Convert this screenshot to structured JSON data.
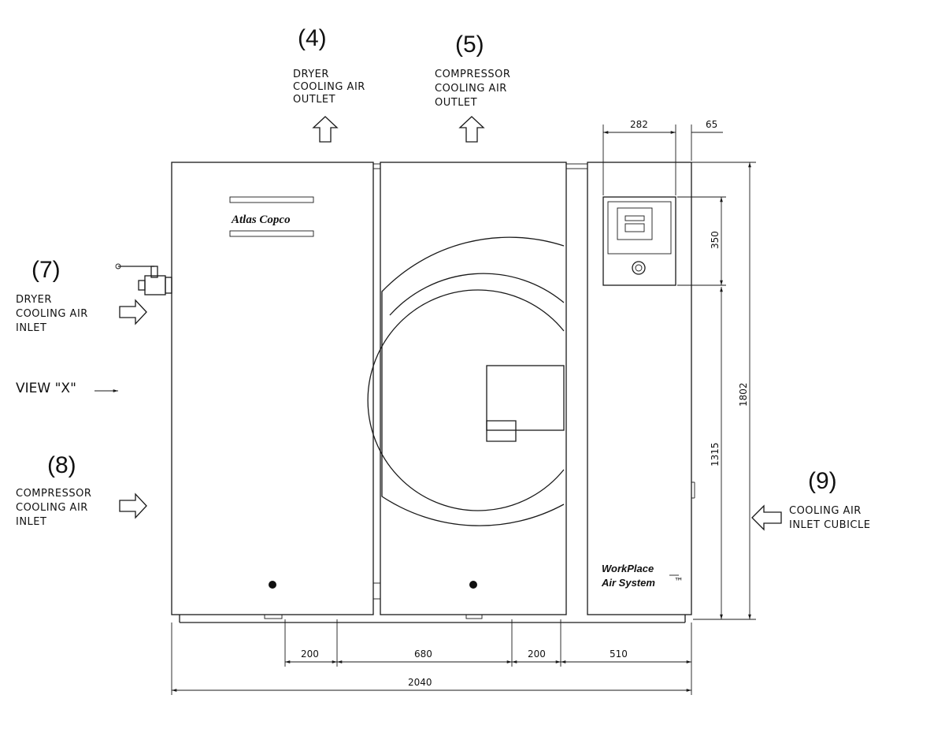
{
  "callouts": {
    "c4": {
      "number": "(4)",
      "lines": [
        "DRYER",
        "COOLING AIR",
        "OUTLET"
      ]
    },
    "c5": {
      "number": "(5)",
      "lines": [
        "COMPRESSOR",
        "COOLING AIR",
        "OUTLET"
      ]
    },
    "c7": {
      "number": "(7)",
      "lines": [
        "DRYER",
        "COOLING AIR",
        "INLET"
      ]
    },
    "c8": {
      "number": "(8)",
      "lines": [
        "COMPRESSOR",
        "COOLING AIR",
        "INLET"
      ]
    },
    "c9": {
      "number": "(9)",
      "lines": [
        "COOLING AIR",
        "INLET CUBICLE"
      ]
    }
  },
  "view_label": "VIEW \"X\"",
  "brand": "Atlas Copco",
  "nameplate": [
    "WorkPlace",
    "Air System"
  ],
  "nameplate_tm": "™",
  "dimensions": {
    "d282": "282",
    "d65": "65",
    "d350": "350",
    "d1315": "1315",
    "d1802": "1802",
    "d200a": "200",
    "d680": "680",
    "d200b": "200",
    "d510": "510",
    "d2040": "2040"
  },
  "colors": {
    "line": "#1a1a1a",
    "background": "#ffffff"
  }
}
